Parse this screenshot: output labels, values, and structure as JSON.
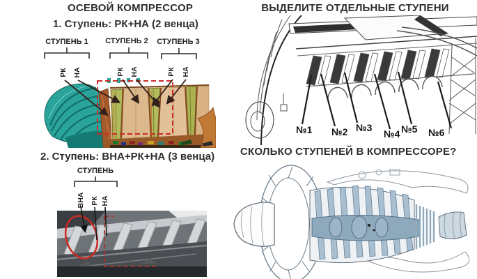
{
  "left": {
    "title": "ОСЕВОЙ КОМПРЕССОР",
    "subtitle1": "1. Ступень: РК+НА (2 венца)",
    "stages": [
      {
        "label": "СТУПЕНЬ 1",
        "rk": "РК",
        "na": "НА"
      },
      {
        "label": "СТУПЕНЬ 2",
        "rk": "РК",
        "na": "НА"
      },
      {
        "label": "СТУПЕНЬ 3",
        "rk": "РК",
        "na": "НА"
      }
    ],
    "subtitle2": "2. Ступень: ВНА+РК+НА (3 венца)",
    "stage2": {
      "label": "СТУПЕНЬ",
      "vna": "ВНА",
      "rk": "РК",
      "na": "НА"
    }
  },
  "right": {
    "title1": "ВЫДЕЛИТЕ ОТДЕЛЬНЫЕ СТУПЕНИ",
    "numbers": [
      "№1",
      "№2",
      "№3",
      "№4",
      "№5",
      "№6"
    ],
    "title2": "СКОЛЬКО СТУПЕНЕЙ В КОМПРЕССОРЕ?"
  },
  "colors": {
    "accent_red": "#cc2a22",
    "fan_teal": "#2aa39b",
    "blade_olive": "#b2ba5c",
    "stator_tan": "#dcb88d",
    "casing_orange": "#b5622f",
    "engine_steel_blue": "#a9bfd0",
    "text_dark": "#2d2d2d"
  }
}
